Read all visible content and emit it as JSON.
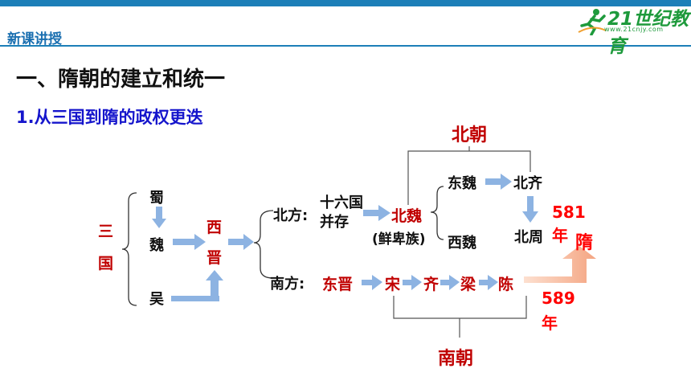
{
  "header": {
    "section": "新课讲授",
    "logo_text": "21世纪教育",
    "logo_url": "www.21cnjy.com"
  },
  "title": "一、隋朝的建立和统一",
  "subtitle": "1.从三国到隋的政权更迭",
  "diagram": {
    "three_kingdoms": {
      "label_1": "三",
      "label_2": "国",
      "shu": "蜀",
      "wei": "魏",
      "wu": "吴"
    },
    "jin": {
      "char_1": "西",
      "char_2": "晋"
    },
    "north": {
      "label": "北方:",
      "sixteen_1": "十六国",
      "sixteen_2": "并存",
      "bei_wei": "北魏",
      "xianbei": "(鲜卑族)",
      "dong_wei": "东魏",
      "bei_qi": "北齐",
      "xi_wei": "西魏",
      "bei_zhou": "北周",
      "dynasty_label": "北朝"
    },
    "south": {
      "label": "南方:",
      "dong_jin": "东晋",
      "song": "宋",
      "qi": "齐",
      "liang": "梁",
      "chen": "陈",
      "dynasty_label": "南朝"
    },
    "sui": "隋",
    "year_581_num": "581",
    "year_581_unit": "年",
    "year_589_num": "589",
    "year_589_unit": "年"
  },
  "colors": {
    "brand_blue": "#1c7fb8",
    "arrow_blue": "#8db3e2",
    "arrow_orange": "#f4a582",
    "red": "#c00000"
  }
}
